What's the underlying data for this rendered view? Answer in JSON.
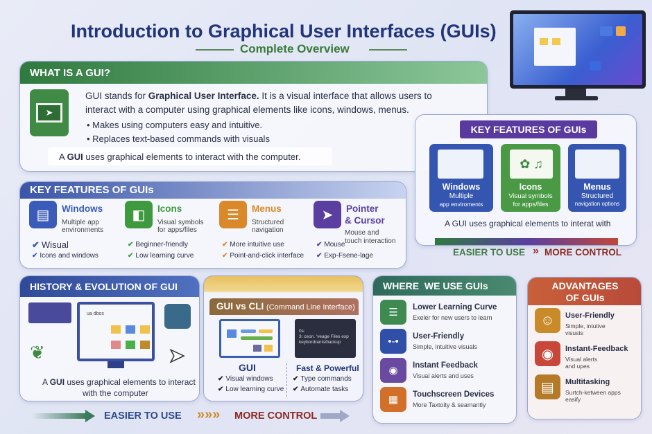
{
  "title": "Introduction to Graphical User Interfaces (GUIs)",
  "subtitle": "Complete Overview",
  "what": {
    "header": "WHAT IS A GUI?",
    "p1a": "GUI stands for ",
    "p1b": "Graphical User Interface.",
    "p1c": " It is a visual interface that allows users to",
    "p2": "interact with a computer using graphical elements like icons, windows, menus.",
    "bullets": [
      "• Makes using computers easy and intuitive.",
      "• Replaces text-based commands with visuals"
    ],
    "note_a": "A ",
    "note_b": "GUI",
    "note_c": " uses graphical elements to interact with the computer."
  },
  "kf_right": {
    "header": "KEY FEATURES OF GUIs",
    "cards": [
      {
        "title": "Windows",
        "l1": "Multiple",
        "l2": "app enviroments"
      },
      {
        "title": "Icons",
        "l1": "Visual symbols",
        "l2": "for apps/files"
      },
      {
        "title": "Menus",
        "l1": "Structured",
        "l2": "navigation options"
      }
    ],
    "caption": "A GUI uses graphical elements to interat with",
    "easier": "EASIER TO USE",
    "arrow": "»",
    "more": "MORE CONTROL"
  },
  "kf_left": {
    "header": "KEY FEATURES OF GUIs",
    "items": [
      {
        "title": "Windows",
        "desc1": "Multiple app",
        "desc2": "environments",
        "checks": [
          "Wisual",
          "Icons and windows"
        ],
        "color": "#3a5bb8"
      },
      {
        "title": "Icons",
        "desc1": "Visual symbols",
        "desc2": "for apps/files",
        "checks": [
          "Beginner-friendly",
          "Low learning curve"
        ],
        "color": "#3f9a3f"
      },
      {
        "title": "Menus",
        "desc1": "Structured",
        "desc2": "navigation",
        "checks": [
          "More intuitive use",
          "Point-and-click interface"
        ],
        "color": "#d9892a"
      },
      {
        "title": "Pointer",
        "title2": "& Cursor",
        "desc1": "Mouse and",
        "desc2": "touch interaction",
        "checks": [
          "Mouse",
          "Exp-Fsene-lage"
        ],
        "color": "#5a3fa0"
      }
    ]
  },
  "history": {
    "header": "HISTORY & EVOLUTION OF GUI",
    "window_title": "ua dbos",
    "cap_a": "A ",
    "cap_b": "GUI",
    "cap_c": " uses graphical elements to interact",
    "cap_d": "with the computer"
  },
  "vs": {
    "header": "GUI vs CLI",
    "header_sub": "(Command Line Interface)",
    "gui_title": "GUI",
    "gui_checks": [
      "Visual windows",
      "Low learning curve"
    ],
    "cli_title": "Fast & Powerful",
    "cli_checks": [
      "Type commands",
      "Automate tasks"
    ],
    "cli_lines": [
      "0s:",
      "3: ceon. 'veage Files exp",
      "keybordrants/backup"
    ]
  },
  "where": {
    "header": "WHERE  WE USE GUIs",
    "items": [
      {
        "title": "Lower Learning Curve",
        "desc": "Exeler for new users to learn",
        "color": "#3f8a50",
        "icon": "☰"
      },
      {
        "title": "User-Friendly",
        "desc": "Simple, intuitive visuals",
        "color": "#2f4fa8",
        "icon": "•-•"
      },
      {
        "title": "Instant Feedback",
        "desc": "Visual alerts and uses",
        "color": "#6a4aa0",
        "icon": "◉"
      },
      {
        "title": "Touchscreen Devices",
        "desc": "More Taxtoity & seamantly",
        "color": "#d2702a",
        "icon": "▦"
      }
    ]
  },
  "adv": {
    "header1": "ADVANTAGES",
    "header2": "OF GUIs",
    "items": [
      {
        "title": "User-Friendly",
        "d1": "Simple, intutive",
        "d2": "visusts",
        "color": "#c98a2a",
        "icon": "☺"
      },
      {
        "title": "Instant-Feedback",
        "d1": "Visual alerts",
        "d2": "and upes",
        "color": "#c8473a",
        "icon": "◉"
      },
      {
        "title": "Multitasking",
        "d1": "Surtch-ketween apps",
        "d2": "easify",
        "color": "#b47a28",
        "icon": "▤"
      }
    ]
  },
  "bottom": {
    "easier": "EASIER TO USE",
    "arrows": "»»»",
    "more": "MORE CONTROL"
  }
}
